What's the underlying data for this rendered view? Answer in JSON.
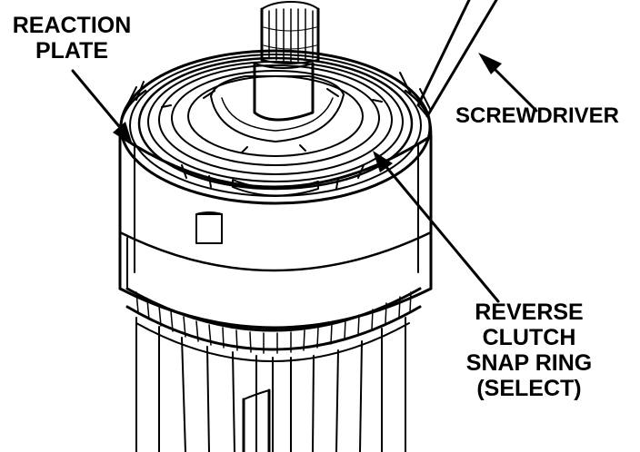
{
  "labels": {
    "reaction_plate": [
      "REACTION",
      "PLATE"
    ],
    "screwdriver": "SCREWDRIVER",
    "snap_ring": [
      "REVERSE",
      "CLUTCH",
      "SNAP RING",
      "(SELECT)"
    ]
  },
  "colors": {
    "ink": "#000000",
    "paper": "#ffffff"
  }
}
